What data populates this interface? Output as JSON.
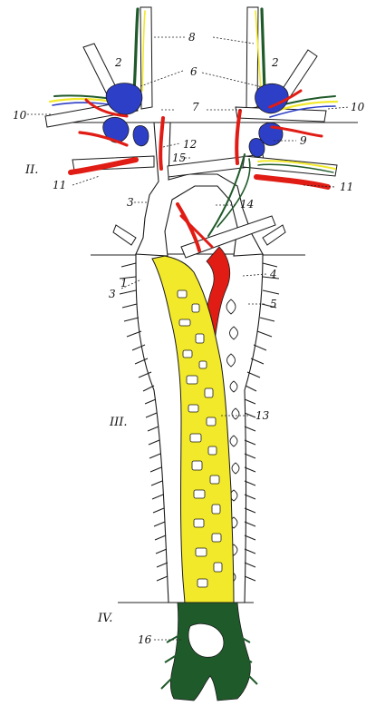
{
  "zones": {
    "II": "II.",
    "III": "III.",
    "IV": "IV."
  },
  "labels": {
    "n1": "1",
    "n2a": "2",
    "n2b": "2",
    "n3a": "3",
    "n3b": "3",
    "n4": "4",
    "n5": "5",
    "n6": "6",
    "n7": "7",
    "n8": "8",
    "n9": "9",
    "n10a": "10",
    "n10b": "10",
    "n11a": "11",
    "n11b": "11",
    "n12": "12",
    "n13": "13",
    "n14": "14",
    "n15": "15",
    "n16": "16"
  },
  "colors": {
    "artery": "#e01c14",
    "vein": "#2d3fc6",
    "lymph": "#f2e92a",
    "nerve": "#1f5a2a",
    "vessel_wall": "#ffffff",
    "outline": "#1a1a1a"
  }
}
